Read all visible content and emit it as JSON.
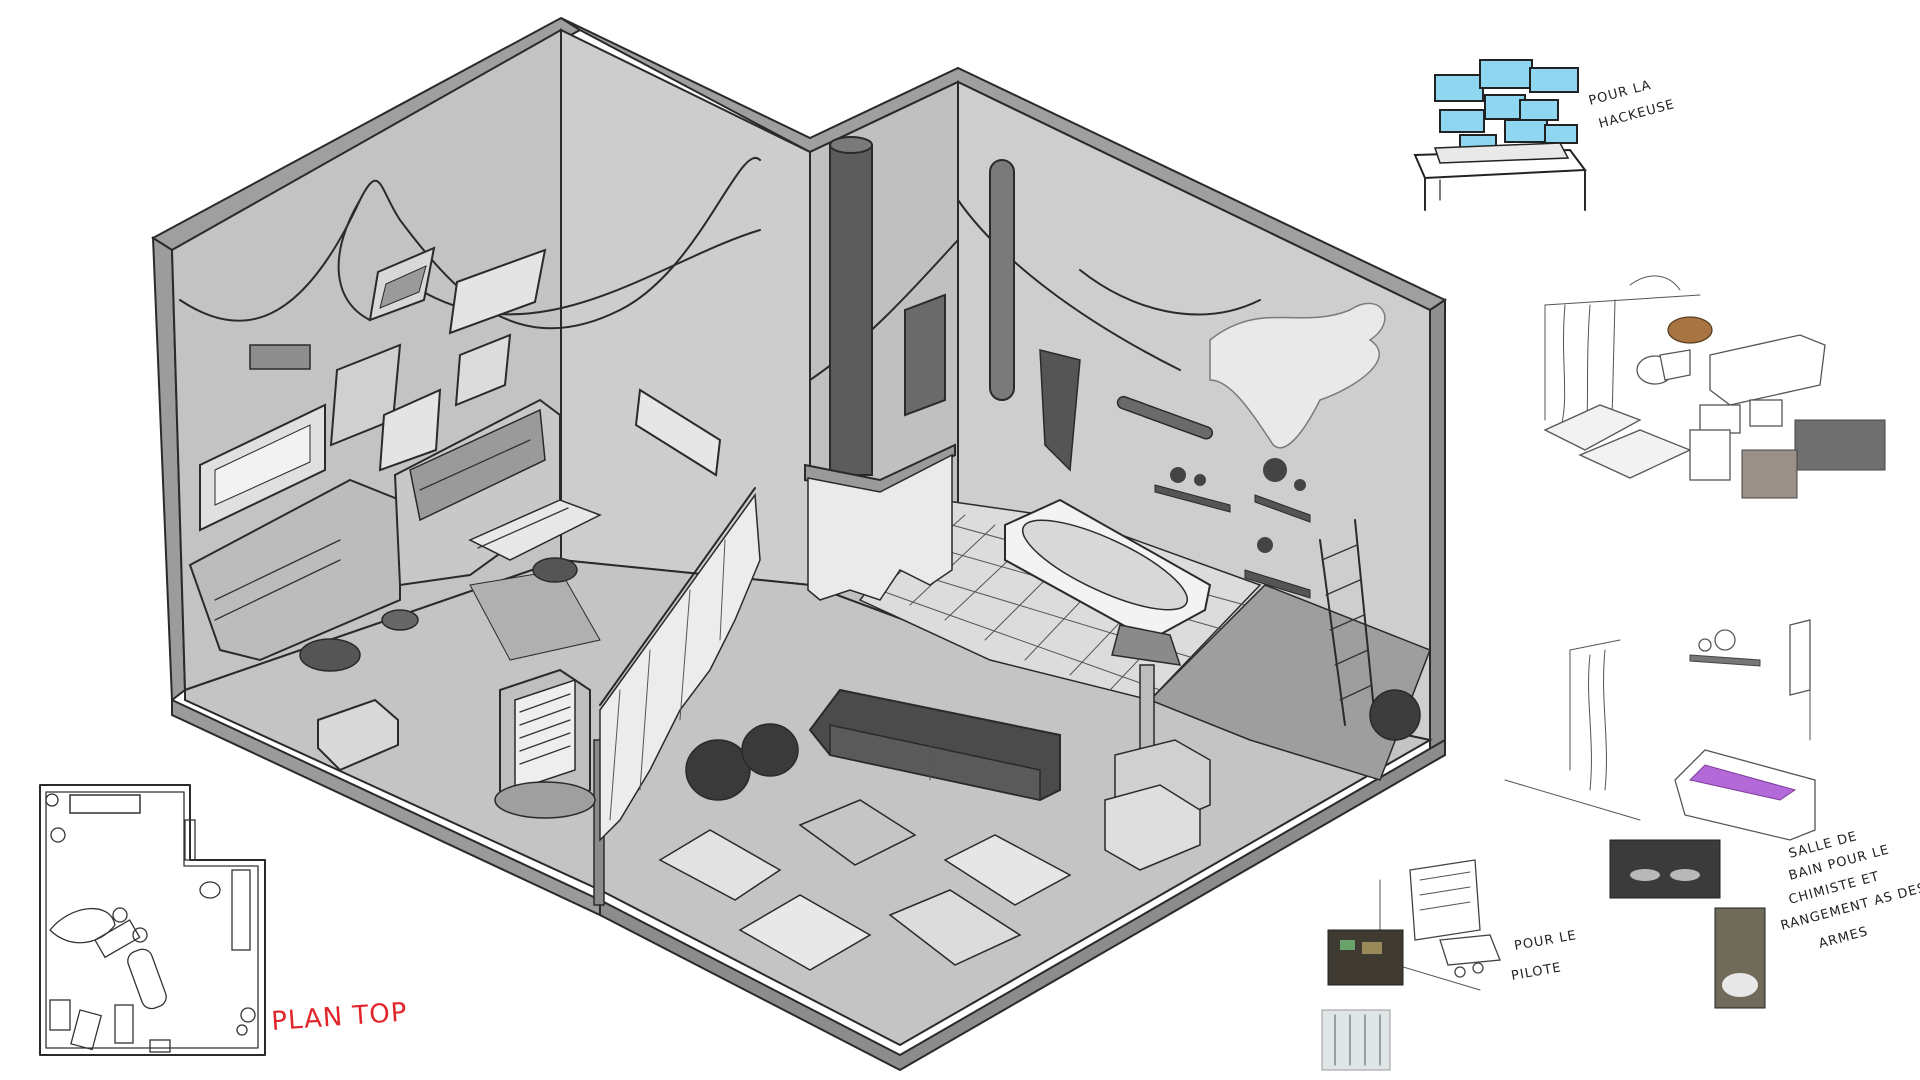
{
  "notes": {
    "hacker": [
      "POUR LA",
      "HACKEUSE"
    ],
    "pilot": [
      "POUR LE",
      "PILOTE"
    ],
    "bathroom": [
      "SALLE DE",
      "BAIN POUR LE",
      "CHIMISTE ET",
      "RANGEMENT AS DES",
      "ARMES"
    ],
    "plan_label": "PLAN TOP"
  },
  "colors": {
    "wall_left": "#bdbdbd",
    "wall_back": "#cfcfcf",
    "wall_top": "#a9a9a9",
    "floor": "#c7c7c7",
    "tile": "#dadada",
    "screen": "#8fd7f0",
    "plan_label": "#e0262b",
    "bath_liquid": "#b36ad8"
  }
}
